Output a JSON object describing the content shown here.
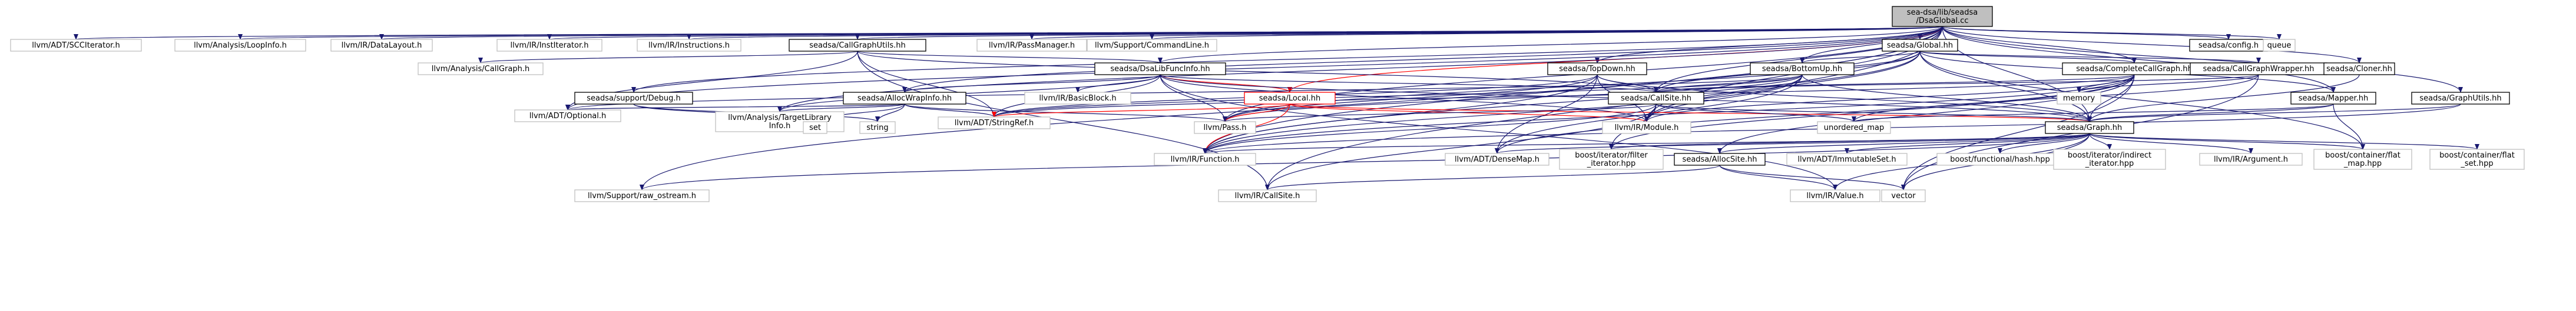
{
  "diagram": {
    "root": "seadsa/lib/seadsa/DsaGlobal.cc",
    "nodes": [
      {
        "id": "root",
        "lines": [
          "sea-dsa/lib/seadsa",
          "/DsaGlobal.cc"
        ],
        "kind": "root"
      },
      {
        "id": "scc",
        "lines": [
          "llvm/ADT/SCCIterator.h"
        ]
      },
      {
        "id": "loopinfo",
        "lines": [
          "llvm/Analysis/LoopInfo.h"
        ]
      },
      {
        "id": "datalayout",
        "lines": [
          "llvm/IR/DataLayout.h"
        ]
      },
      {
        "id": "institer",
        "lines": [
          "llvm/IR/InstIterator.h"
        ]
      },
      {
        "id": "instructions",
        "lines": [
          "llvm/IR/Instructions.h"
        ]
      },
      {
        "id": "cgutils",
        "lines": [
          "seadsa/CallGraphUtils.hh"
        ],
        "kind": "sub"
      },
      {
        "id": "passmgr",
        "lines": [
          "llvm/IR/PassManager.h"
        ]
      },
      {
        "id": "cmdline",
        "lines": [
          "llvm/Support/CommandLine.h"
        ]
      },
      {
        "id": "global",
        "lines": [
          "seadsa/Global.hh"
        ],
        "kind": "sub"
      },
      {
        "id": "config",
        "lines": [
          "seadsa/config.h"
        ],
        "kind": "sub"
      },
      {
        "id": "queue",
        "lines": [
          "queue"
        ]
      },
      {
        "id": "callgraph",
        "lines": [
          "llvm/Analysis/CallGraph.h"
        ]
      },
      {
        "id": "dsalib",
        "lines": [
          "seadsa/DsaLibFuncInfo.hh"
        ],
        "kind": "sub"
      },
      {
        "id": "topdown",
        "lines": [
          "seadsa/TopDown.hh"
        ],
        "kind": "sub"
      },
      {
        "id": "bottomup",
        "lines": [
          "seadsa/BottomUp.hh"
        ],
        "kind": "sub"
      },
      {
        "id": "completecg",
        "lines": [
          "seadsa/CompleteCallGraph.hh"
        ],
        "kind": "sub"
      },
      {
        "id": "cgwrapper",
        "lines": [
          "seadsa/CallGraphWrapper.hh"
        ],
        "kind": "sub"
      },
      {
        "id": "cloner",
        "lines": [
          "seadsa/Cloner.hh"
        ],
        "kind": "sub"
      },
      {
        "id": "debug",
        "lines": [
          "seadsa/support/Debug.h"
        ],
        "kind": "sub"
      },
      {
        "id": "allocwrap",
        "lines": [
          "seadsa/AllocWrapInfo.hh"
        ],
        "kind": "sub"
      },
      {
        "id": "basicblock",
        "lines": [
          "llvm/IR/BasicBlock.h"
        ]
      },
      {
        "id": "local",
        "lines": [
          "seadsa/Local.hh"
        ],
        "kind": "hl"
      },
      {
        "id": "callsite_hh",
        "lines": [
          "seadsa/CallSite.hh"
        ],
        "kind": "sub"
      },
      {
        "id": "mapper",
        "lines": [
          "seadsa/Mapper.hh"
        ],
        "kind": "sub"
      },
      {
        "id": "graphutils",
        "lines": [
          "seadsa/GraphUtils.hh"
        ],
        "kind": "sub"
      },
      {
        "id": "memory",
        "lines": [
          "memory"
        ]
      },
      {
        "id": "optional",
        "lines": [
          "llvm/ADT/Optional.h"
        ]
      },
      {
        "id": "targetlib",
        "lines": [
          "llvm/Analysis/TargetLibrary",
          "Info.h"
        ]
      },
      {
        "id": "set",
        "lines": [
          "set"
        ]
      },
      {
        "id": "string",
        "lines": [
          "string"
        ]
      },
      {
        "id": "stringref",
        "lines": [
          "llvm/ADT/StringRef.h"
        ]
      },
      {
        "id": "pass",
        "lines": [
          "llvm/Pass.h"
        ]
      },
      {
        "id": "module",
        "lines": [
          "llvm/IR/Module.h"
        ]
      },
      {
        "id": "unordered_map",
        "lines": [
          "unordered_map"
        ]
      },
      {
        "id": "graph",
        "lines": [
          "seadsa/Graph.hh"
        ],
        "kind": "sub"
      },
      {
        "id": "function",
        "lines": [
          "llvm/IR/Function.h"
        ]
      },
      {
        "id": "densemap",
        "lines": [
          "llvm/ADT/DenseMap.h"
        ]
      },
      {
        "id": "filteriter",
        "lines": [
          "boost/iterator/filter",
          "_iterator.hpp"
        ]
      },
      {
        "id": "allocsite",
        "lines": [
          "seadsa/AllocSite.hh"
        ],
        "kind": "sub"
      },
      {
        "id": "immset",
        "lines": [
          "llvm/ADT/ImmutableSet.h"
        ]
      },
      {
        "id": "hash",
        "lines": [
          "boost/functional/hash.hpp"
        ]
      },
      {
        "id": "indirect",
        "lines": [
          "boost/iterator/indirect",
          "_iterator.hpp"
        ]
      },
      {
        "id": "argument",
        "lines": [
          "llvm/IR/Argument.h"
        ]
      },
      {
        "id": "flatmap",
        "lines": [
          "boost/container/flat",
          "_map.hpp"
        ]
      },
      {
        "id": "flatset",
        "lines": [
          "boost/container/flat",
          "_set.hpp"
        ]
      },
      {
        "id": "raw_ostream",
        "lines": [
          "llvm/Support/raw_ostream.h"
        ]
      },
      {
        "id": "ir_callsite",
        "lines": [
          "llvm/IR/CallSite.h"
        ]
      },
      {
        "id": "value",
        "lines": [
          "llvm/IR/Value.h"
        ]
      },
      {
        "id": "vector",
        "lines": [
          "vector"
        ]
      }
    ],
    "edges": [
      [
        "root",
        "scc"
      ],
      [
        "root",
        "loopinfo"
      ],
      [
        "root",
        "datalayout"
      ],
      [
        "root",
        "institer"
      ],
      [
        "root",
        "instructions"
      ],
      [
        "root",
        "cgutils"
      ],
      [
        "root",
        "passmgr"
      ],
      [
        "root",
        "cmdline"
      ],
      [
        "root",
        "global"
      ],
      [
        "root",
        "config"
      ],
      [
        "root",
        "queue"
      ],
      [
        "root",
        "dsalib"
      ],
      [
        "root",
        "topdown"
      ],
      [
        "root",
        "bottomup"
      ],
      [
        "root",
        "completecg"
      ],
      [
        "root",
        "cloner"
      ],
      [
        "root",
        "debug"
      ],
      [
        "root",
        "allocwrap"
      ],
      [
        "root",
        "local"
      ],
      [
        "root",
        "callsite_hh"
      ],
      [
        "root",
        "graphutils"
      ],
      [
        "root",
        "mapper"
      ],
      [
        "root",
        "optional"
      ],
      [
        "root",
        "targetlib"
      ],
      [
        "root",
        "pass"
      ],
      [
        "root",
        "module"
      ],
      [
        "root",
        "function"
      ],
      [
        "root",
        "graph"
      ],
      [
        "root",
        "raw_ostream"
      ],
      [
        "root",
        "ir_callsite"
      ],
      [
        "cgutils",
        "callgraph"
      ],
      [
        "cgutils",
        "dsalib"
      ],
      [
        "cgutils",
        "optional"
      ],
      [
        "cgutils",
        "stringref"
      ],
      [
        "cgutils",
        "ir_callsite"
      ],
      [
        "cgutils",
        "callsite_hh"
      ],
      [
        "global",
        "pass"
      ],
      [
        "global",
        "bottomup"
      ],
      [
        "global",
        "completecg"
      ],
      [
        "global",
        "cgwrapper"
      ],
      [
        "global",
        "graph"
      ],
      [
        "global",
        "module"
      ],
      [
        "global",
        "function"
      ],
      [
        "global",
        "flatmap"
      ],
      [
        "global",
        "mapper"
      ],
      [
        "global",
        "callsite_hh"
      ],
      [
        "dsalib",
        "allocwrap"
      ],
      [
        "dsalib",
        "basicblock"
      ],
      [
        "dsalib",
        "local"
      ],
      [
        "dsalib",
        "callsite_hh"
      ],
      [
        "dsalib",
        "targetlib"
      ],
      [
        "dsalib",
        "stringref"
      ],
      [
        "dsalib",
        "pass"
      ],
      [
        "dsalib",
        "module"
      ],
      [
        "dsalib",
        "graph"
      ],
      [
        "dsalib",
        "value"
      ],
      [
        "topdown",
        "callsite_hh"
      ],
      [
        "topdown",
        "pass"
      ],
      [
        "topdown",
        "module"
      ],
      [
        "topdown",
        "function"
      ],
      [
        "topdown",
        "stringref"
      ],
      [
        "topdown",
        "graph"
      ],
      [
        "topdown",
        "densemap"
      ],
      [
        "bottomup",
        "callsite_hh"
      ],
      [
        "bottomup",
        "pass"
      ],
      [
        "bottomup",
        "module"
      ],
      [
        "bottomup",
        "function"
      ],
      [
        "bottomup",
        "stringref"
      ],
      [
        "bottomup",
        "graph"
      ],
      [
        "bottomup",
        "densemap"
      ],
      [
        "bottomup",
        "optional"
      ],
      [
        "completecg",
        "callsite_hh"
      ],
      [
        "completecg",
        "memory"
      ],
      [
        "completecg",
        "module"
      ],
      [
        "completecg",
        "densemap"
      ],
      [
        "completecg",
        "graph"
      ],
      [
        "completecg",
        "function"
      ],
      [
        "completecg",
        "filteriter"
      ],
      [
        "completecg",
        "allocsite"
      ],
      [
        "completecg",
        "vector"
      ],
      [
        "completecg",
        "stringref"
      ],
      [
        "cgwrapper",
        "callsite_hh"
      ],
      [
        "cgwrapper",
        "memory"
      ],
      [
        "cgwrapper",
        "unordered_map"
      ],
      [
        "cgwrapper",
        "vector"
      ],
      [
        "cloner",
        "graph"
      ],
      [
        "debug",
        "set"
      ],
      [
        "debug",
        "string"
      ],
      [
        "allocwrap",
        "pass"
      ],
      [
        "allocwrap",
        "stringref"
      ],
      [
        "allocwrap",
        "set"
      ],
      [
        "allocwrap",
        "string"
      ],
      [
        "allocwrap",
        "optional"
      ],
      [
        "allocwrap",
        "targetlib"
      ],
      [
        "local",
        "pass"
      ],
      [
        "local",
        "module"
      ],
      [
        "local",
        "function"
      ],
      [
        "local",
        "stringref"
      ],
      [
        "local",
        "graph"
      ],
      [
        "callsite_hh",
        "pass"
      ],
      [
        "callsite_hh",
        "module"
      ],
      [
        "callsite_hh",
        "function"
      ],
      [
        "callsite_hh",
        "graph"
      ],
      [
        "callsite_hh",
        "ir_callsite"
      ],
      [
        "callsite_hh",
        "unordered_map"
      ],
      [
        "callsite_hh",
        "filteriter"
      ],
      [
        "mapper",
        "graph"
      ],
      [
        "mapper",
        "unordered_map"
      ],
      [
        "mapper",
        "flatmap"
      ],
      [
        "graphutils",
        "graph"
      ],
      [
        "graphutils",
        "function"
      ],
      [
        "graph",
        "function"
      ],
      [
        "graph",
        "densemap"
      ],
      [
        "graph",
        "filteriter"
      ],
      [
        "graph",
        "allocsite"
      ],
      [
        "graph",
        "immset"
      ],
      [
        "graph",
        "hash"
      ],
      [
        "graph",
        "indirect"
      ],
      [
        "graph",
        "argument"
      ],
      [
        "graph",
        "flatmap"
      ],
      [
        "graph",
        "flatset"
      ],
      [
        "graph",
        "raw_ostream"
      ],
      [
        "graph",
        "value"
      ],
      [
        "graph",
        "vector"
      ],
      [
        "allocsite",
        "value"
      ],
      [
        "allocsite",
        "vector"
      ],
      [
        "allocsite",
        "ir_callsite"
      ]
    ],
    "red_edges": [
      [
        "root",
        "local"
      ],
      [
        "dsalib",
        "local"
      ],
      [
        "local",
        "pass"
      ],
      [
        "local",
        "module"
      ],
      [
        "local",
        "function"
      ],
      [
        "local",
        "stringref"
      ],
      [
        "local",
        "graph"
      ]
    ]
  }
}
